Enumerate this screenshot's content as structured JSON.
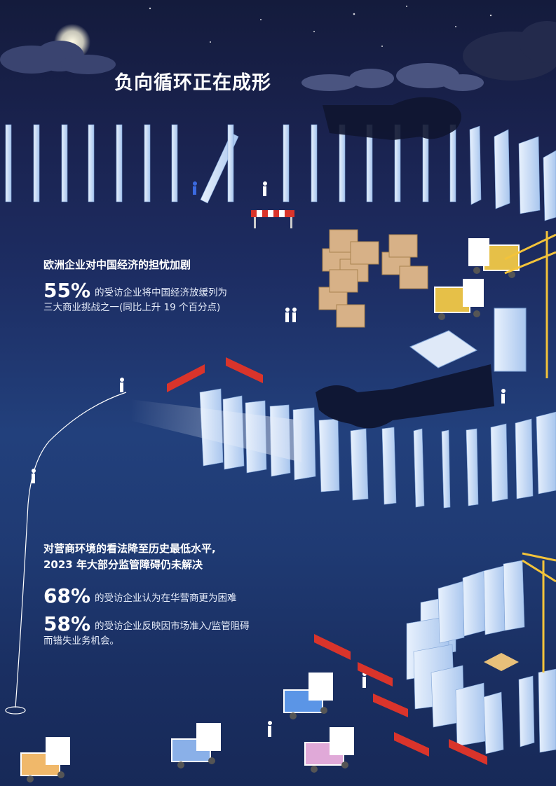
{
  "title": "负向循环正在成形",
  "section1": {
    "heading": "欧洲企业对中国经济的担忧加剧",
    "stat1_percent": "55%",
    "stat1_text_line1": "的受访企业将中国经济放缓列为",
    "stat1_text_line2": "三大商业挑战之一(同比上升 19 个百分点)"
  },
  "section2": {
    "heading_line1": "对营商环境的看法降至历史最低水平,",
    "heading_line2": "2023 年大部分监管障碍仍未解决",
    "stat1_percent": "68%",
    "stat1_text": "的受访企业认为在华营商更为困难",
    "stat2_percent": "58%",
    "stat2_text_line1": "的受访企业反映因市场准入/监管阻碍",
    "stat2_text_line2": "而错失业务机会。"
  },
  "colors": {
    "background_top": "#141b3c",
    "background_mid": "#22407c",
    "domino": "#c9dcf6",
    "barrier_red": "#d9342b",
    "box_tan": "#d7b187",
    "crane_yellow": "#f3c33a"
  }
}
